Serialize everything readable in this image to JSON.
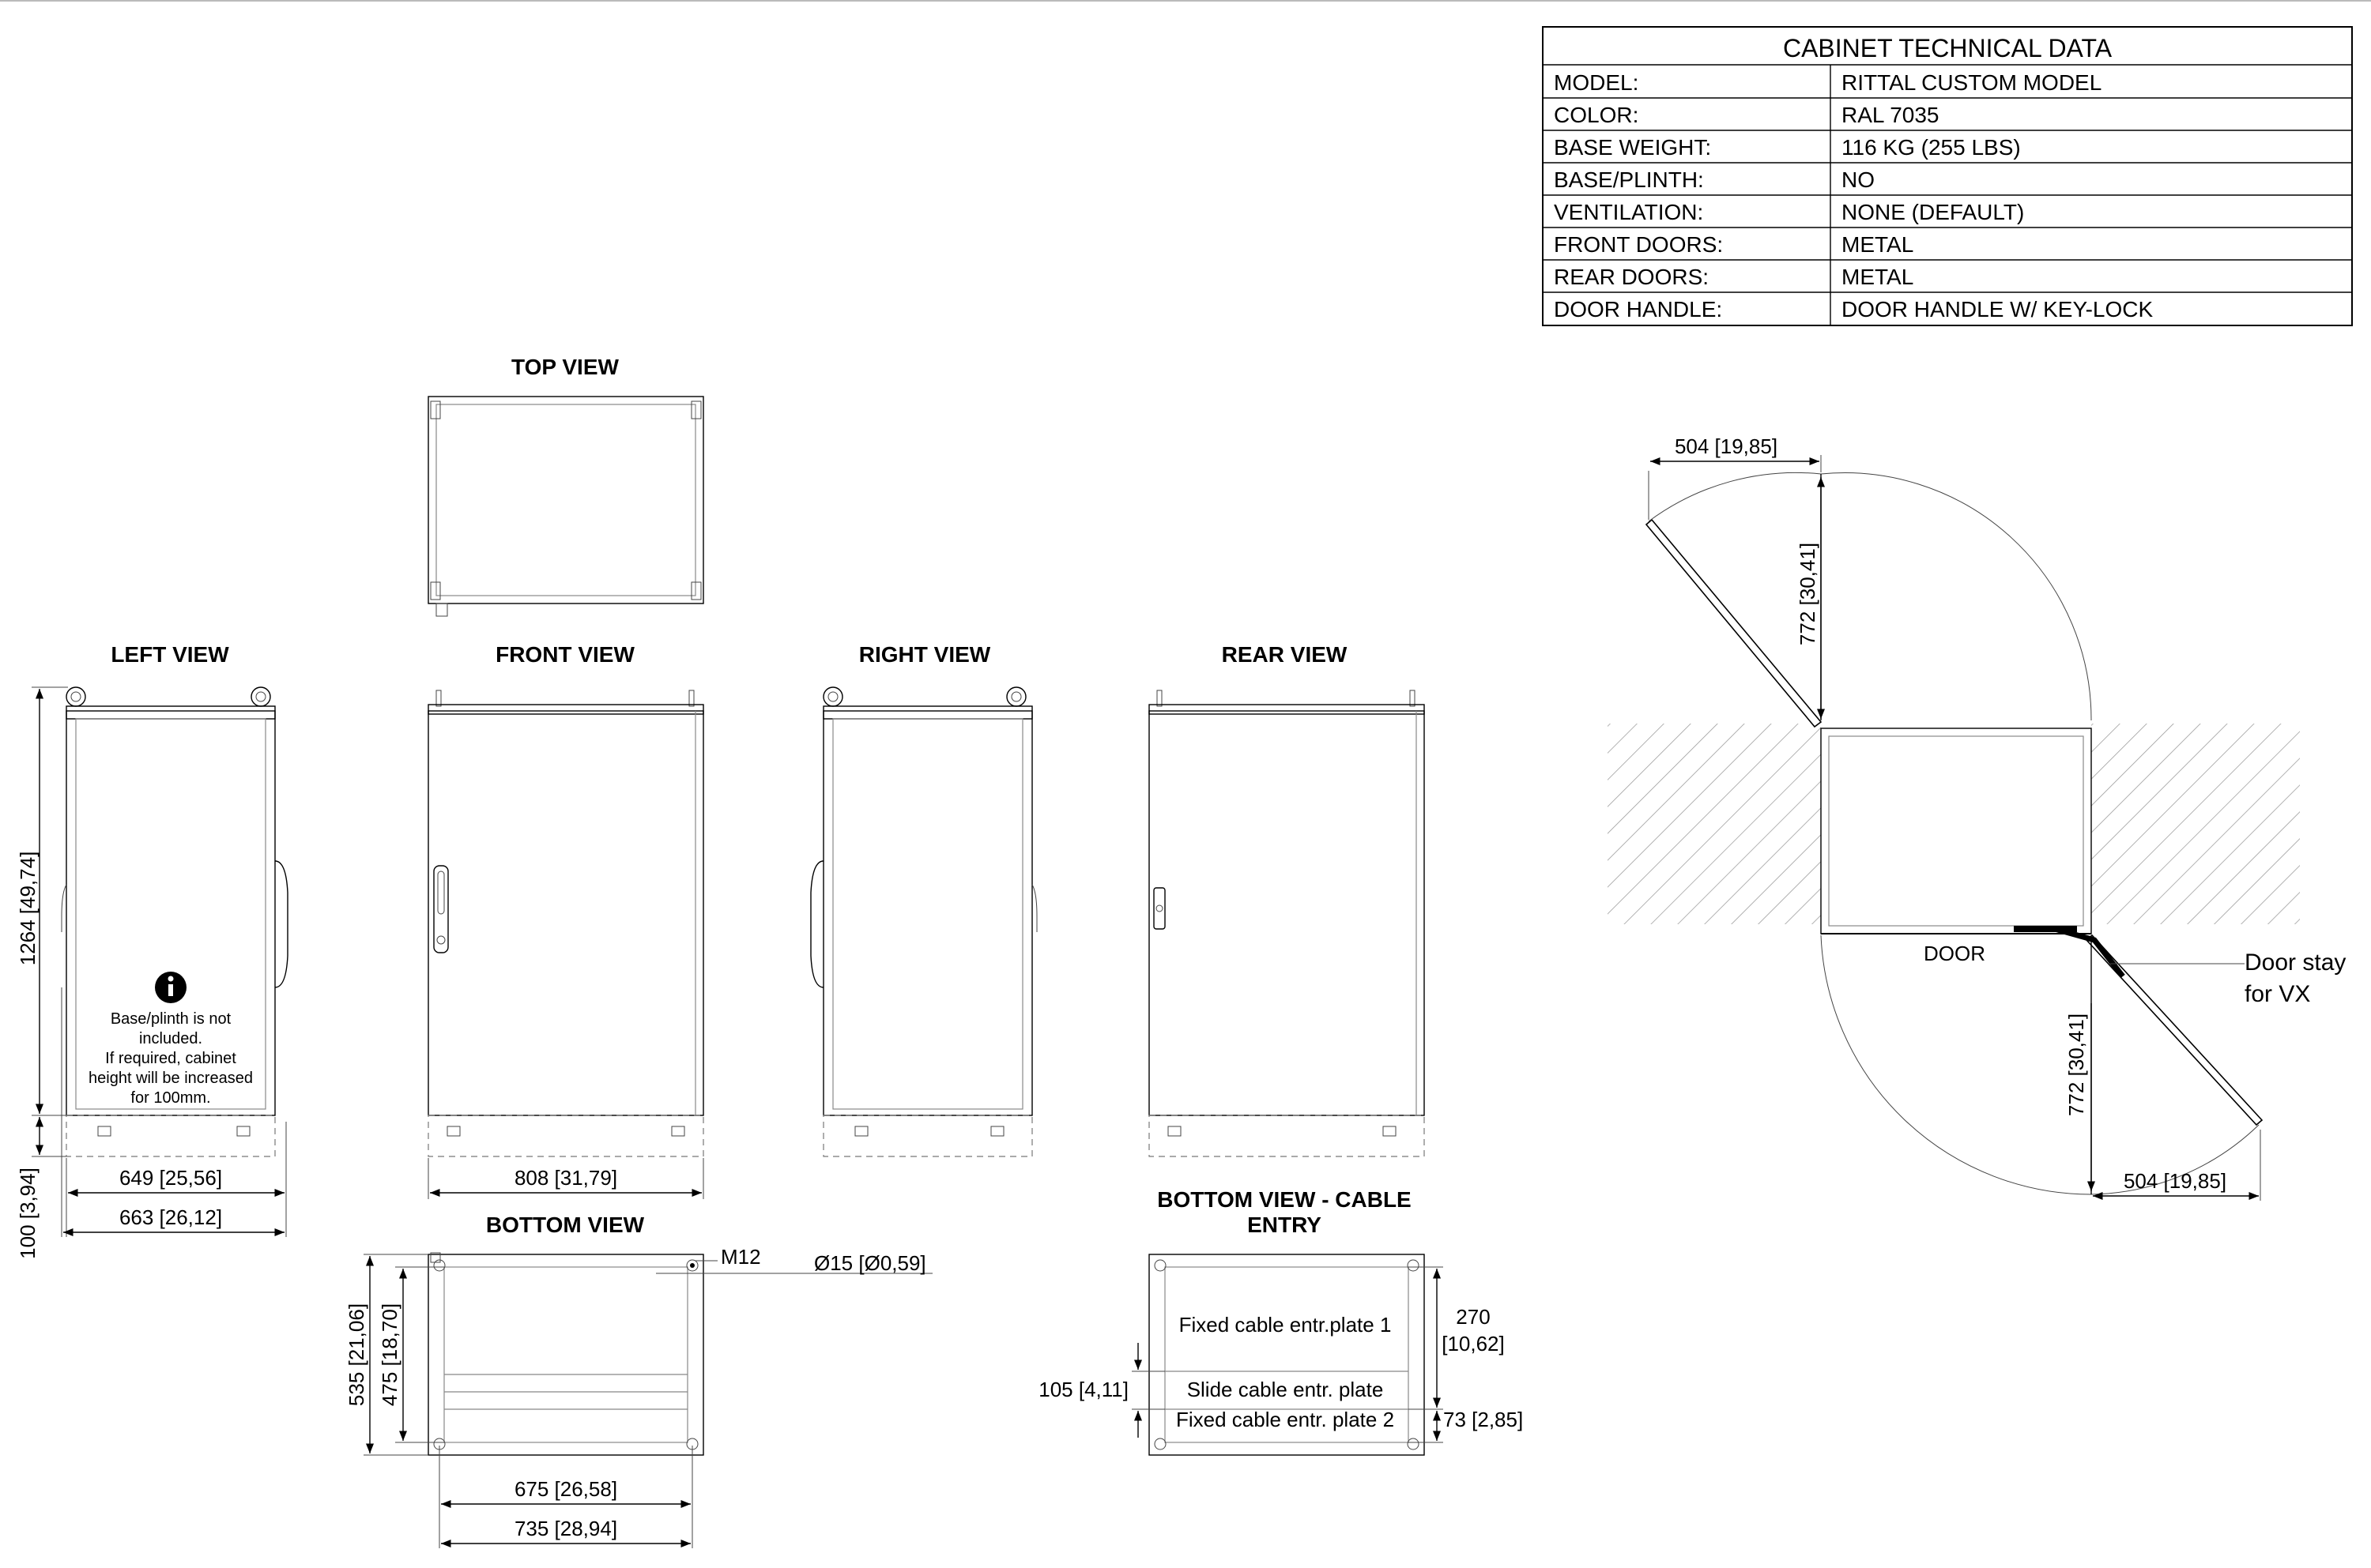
{
  "title_block": {
    "heading": "CABINET TECHNICAL DATA",
    "rows": [
      {
        "label": "MODEL:",
        "value": "RITTAL CUSTOM MODEL"
      },
      {
        "label": "COLOR:",
        "value": "RAL 7035"
      },
      {
        "label": "BASE WEIGHT:",
        "value": "116 KG (255 LBS)"
      },
      {
        "label": "BASE/PLINTH:",
        "value": "NO"
      },
      {
        "label": "VENTILATION:",
        "value": "NONE (DEFAULT)"
      },
      {
        "label": "FRONT DOORS:",
        "value": "METAL"
      },
      {
        "label": "REAR DOORS:",
        "value": "METAL"
      },
      {
        "label": "DOOR HANDLE:",
        "value": "DOOR HANDLE W/ KEY-LOCK"
      }
    ]
  },
  "views": {
    "top": "TOP VIEW",
    "left": "LEFT VIEW",
    "front": "FRONT VIEW",
    "right": "RIGHT VIEW",
    "rear": "REAR VIEW",
    "bottom": "BOTTOM VIEW",
    "bottom_cable_line1": "BOTTOM VIEW - CABLE",
    "bottom_cable_line2": "ENTRY"
  },
  "note": {
    "icon": "info-icon",
    "lines": [
      "Base/plinth is not",
      "included.",
      "If required, cabinet",
      "height will be increased",
      "for 100mm."
    ]
  },
  "dimensions": {
    "height_total": "1264 [49,74]",
    "plinth_height": "100 [3,94]",
    "left_depth_inner": "649 [25,56]",
    "left_depth_outer": "663 [26,12]",
    "front_width": "808 [31,79]",
    "bottom_depth_outer": "535 [21,06]",
    "bottom_depth_inner": "475 [18,70]",
    "bottom_width_inner": "675 [26,58]",
    "bottom_width_outer": "735 [28,94]",
    "thread": "M12",
    "hole": "Ø15 [Ø0,59]",
    "plate1_height_a": "270",
    "plate1_height_b": "[10,62]",
    "slide_height": "105 [4,11]",
    "plate2_height": "73 [2,85]",
    "door_swing_top": "504 [19,85]",
    "door_length_top": "772 [30,41]",
    "door_length_bottom": "772 [30,41]",
    "door_swing_bottom": "504 [19,85]"
  },
  "cable_entry": {
    "plate1": "Fixed cable entr.plate 1",
    "slide": "Slide cable entr. plate",
    "plate2": "Fixed cable entr. plate 2"
  },
  "door_swing": {
    "door_label": "DOOR",
    "stay_line1": "Door stay",
    "stay_line2": "for VX"
  }
}
